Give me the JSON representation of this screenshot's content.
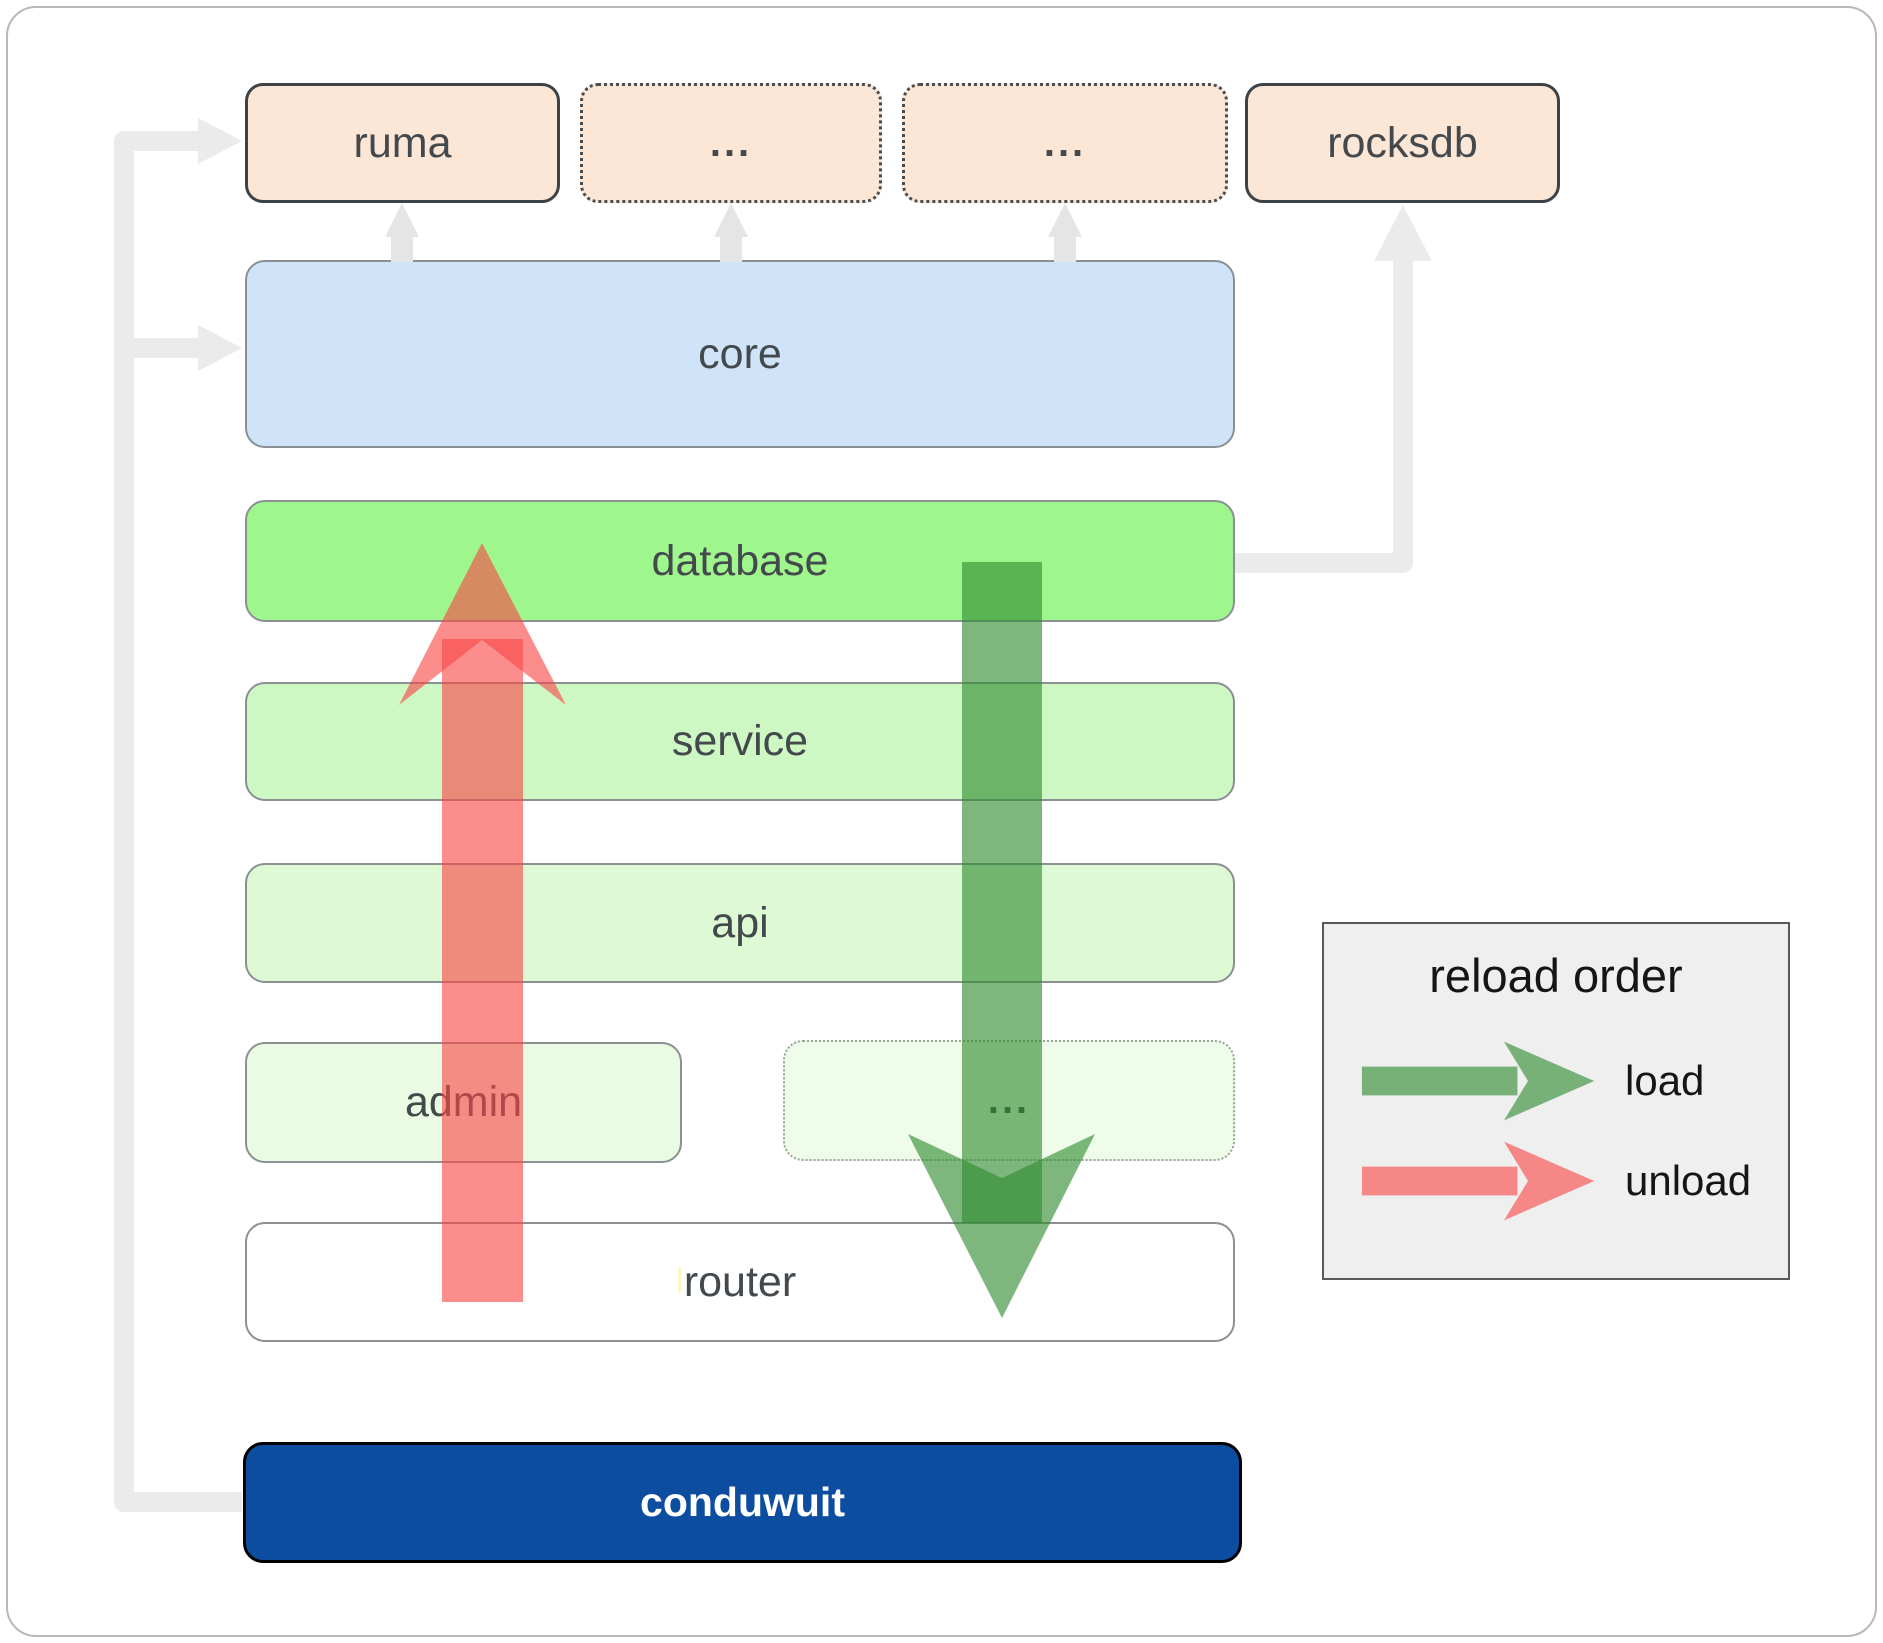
{
  "diagram": {
    "top_row": {
      "ruma": "ruma",
      "ellipsis_1": "...",
      "ellipsis_2": "...",
      "rocksdb": "rocksdb"
    },
    "layers": {
      "core": "core",
      "database": "database",
      "service": "service",
      "api": "api",
      "admin": "admin",
      "admin_ellipsis": "...",
      "router": "router",
      "conduwuit": "conduwuit"
    }
  },
  "legend": {
    "title": "reload order",
    "items": [
      {
        "label": "load",
        "arrow": "green-load-arrow"
      },
      {
        "label": "unload",
        "arrow": "red-unload-arrow"
      }
    ]
  },
  "colors": {
    "load_green": "#2e8b2e",
    "unload_red": "#f94747",
    "conduwuit_blue": "#0c4d9f",
    "core_blue": "#cfe4f8",
    "database_green": "#9ef68d",
    "module_peach": "#fce7d7",
    "connector_gray": "#ebebeb"
  }
}
